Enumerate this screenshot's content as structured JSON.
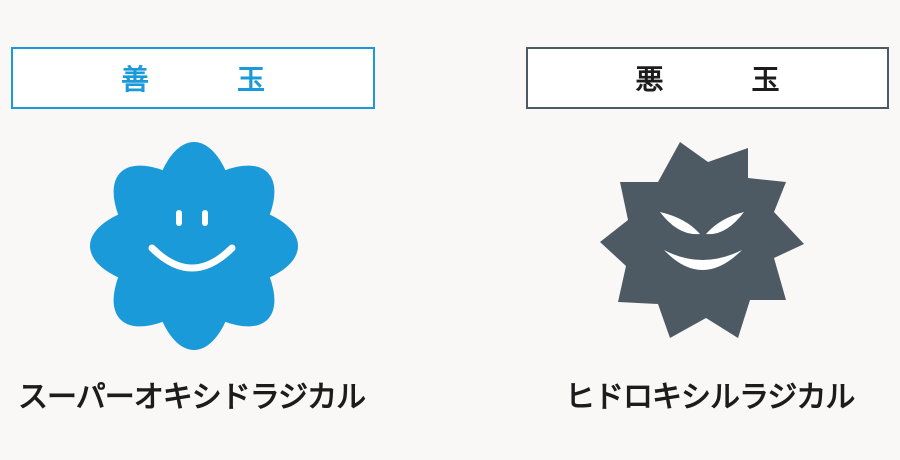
{
  "good": {
    "label": "善　玉",
    "caption": "スーパーオキシドラジカル",
    "color": "#1a9ad9",
    "icon": "smiling-flower-icon"
  },
  "bad": {
    "label": "悪　玉",
    "caption": "ヒドロキシルラジカル",
    "color": "#4d5a63",
    "icon": "evil-spiky-face-icon"
  }
}
